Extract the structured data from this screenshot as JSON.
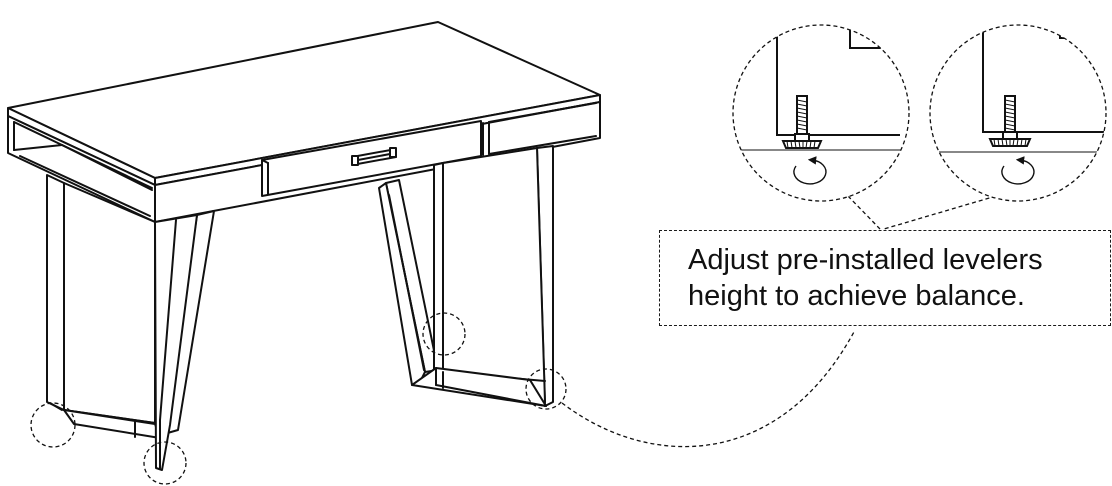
{
  "illustration": {
    "subject": "desk",
    "callout": {
      "line1": "Adjust pre-installed levelers",
      "line2": "height to achieve balance."
    }
  }
}
